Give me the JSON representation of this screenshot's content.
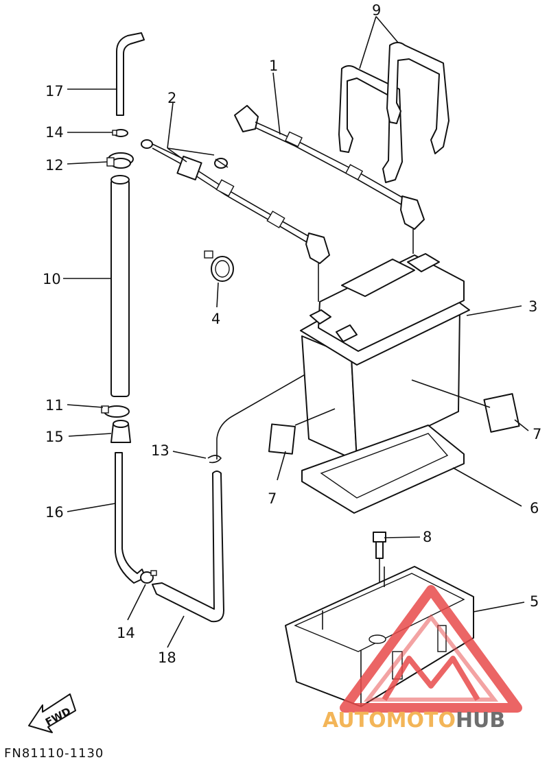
{
  "diagram": {
    "part_code": "FN81110-1130",
    "fwd_label": "FWD",
    "callouts": {
      "c1": "1",
      "c2": "2",
      "c3": "3",
      "c4": "4",
      "c5": "5",
      "c6": "6",
      "c7a": "7",
      "c7b": "7",
      "c8": "8",
      "c9": "9",
      "c10": "10",
      "c11": "11",
      "c12": "12",
      "c13": "13",
      "c14a": "14",
      "c14b": "14",
      "c15": "15",
      "c16": "16",
      "c17": "17",
      "c18": "18"
    }
  },
  "watermark": {
    "word_a": "AUTOMOTO",
    "word_b": "HUB",
    "color_a": "#f2a93b",
    "color_b": "#555555",
    "triangle_color": "#e84b4b"
  }
}
